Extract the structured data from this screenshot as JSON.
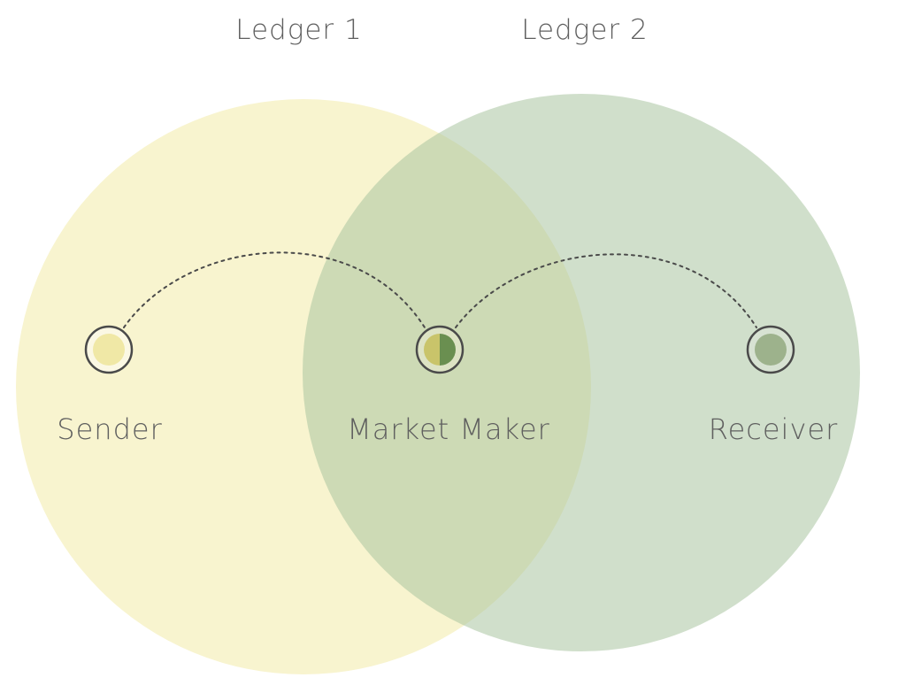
{
  "ledgers": [
    {
      "title": "Ledger 1",
      "fill": "#f8f4cf"
    },
    {
      "title": "Ledger 2",
      "fill": "#c8d9c1"
    }
  ],
  "nodes": [
    {
      "label": "Sender",
      "color": "#f0e8a6"
    },
    {
      "label": "Market Maker",
      "color_left": "#c9c46a",
      "color_right": "#6a8f50"
    },
    {
      "label": "Receiver",
      "color": "#9db28c"
    }
  ],
  "colors": {
    "ring": "#4a4a4a",
    "ring_fill": "#faf7e2",
    "dots": "#4a4a4a",
    "text": "#5f5f5f"
  }
}
